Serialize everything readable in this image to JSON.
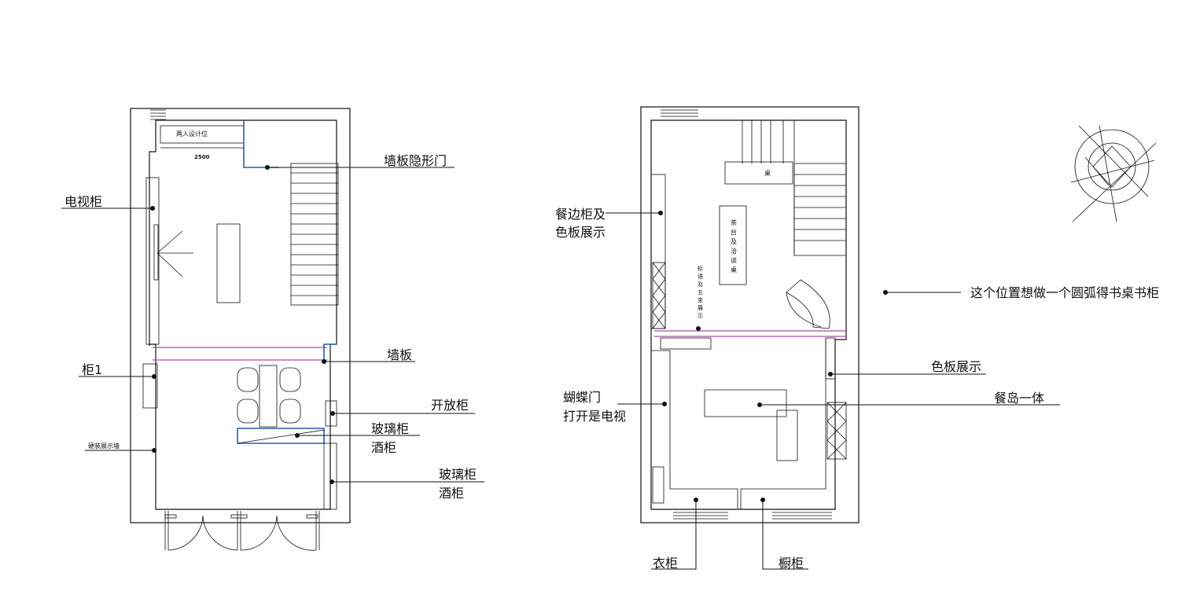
{
  "left_plan": {
    "labels": {
      "design_seats": "两人设计位",
      "dimension": "2500",
      "hidden_door": "墙板隐形门",
      "tv_cabinet": "电视柜",
      "wall_panel": "墙板",
      "cabinet1": "柜1",
      "open_cabinet": "开放柜",
      "glass_cabinet_a": "玻璃柜",
      "wine_cabinet_a": "酒柜",
      "hardware_wall": "硬装展示墙",
      "glass_cabinet_b": "玻璃柜",
      "wine_cabinet_b": "酒柜"
    }
  },
  "right_plan": {
    "labels": {
      "small_table": "桌",
      "tea_table": [
        "茶",
        "台",
        "及",
        "洽",
        "谈",
        "桌"
      ],
      "sample_display": [
        "标",
        "语",
        "及",
        "五",
        "金",
        "展",
        "示"
      ],
      "sideboard_line1": "餐边柜及",
      "sideboard_line2": "色板展示",
      "arc_desk_note": "这个位置想做一个圆弧得书桌书柜",
      "color_board": "色板展示",
      "dining_island": "餐岛一体",
      "butterfly_line1": "蝴蝶门",
      "butterfly_line2": "打开是电视",
      "wardrobe": "衣柜",
      "kitchen_cabinet": "橱柜"
    }
  },
  "colors": {
    "wall": "#111111",
    "blue_wall": "#2a5caa",
    "partition": "#b04aa8"
  },
  "icons": [
    "north-compass-icon"
  ]
}
